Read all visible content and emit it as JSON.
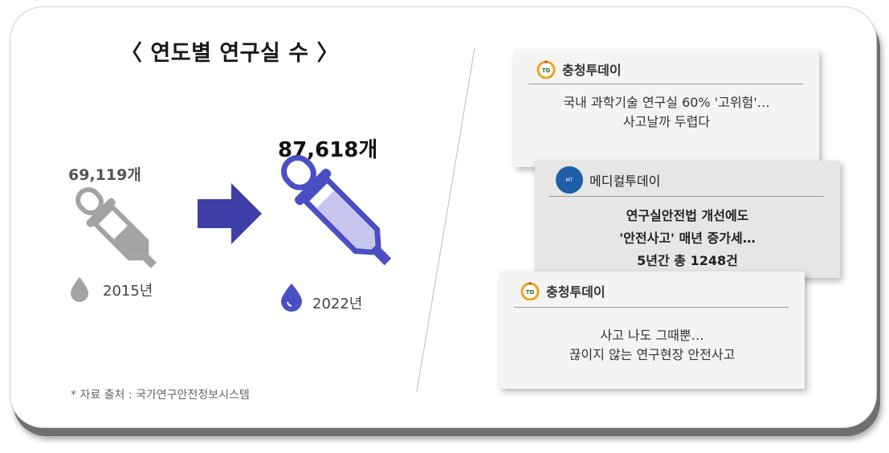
{
  "stats": {
    "title": "〈 연도별 연구실 수 〉",
    "value_2015": "69,119개",
    "value_2022": "87,618개",
    "year_2015": "2015년",
    "year_2022": "2022년",
    "source": "* 자료 출처 : 국가연구안전정보시스템"
  },
  "news": [
    {
      "source": "충청투데이",
      "lines": [
        "국내 과학기술 연구실 60% '고위험'…",
        "사고날까 두렵다"
      ]
    },
    {
      "source": "메디컬투데이",
      "lines": [
        "연구실안전법 개선에도",
        "'안전사고' 매년 증가세…",
        "5년간 총 1248건"
      ]
    },
    {
      "source": "충청투데이",
      "lines": [
        "사고 나도 그때뿐…",
        "끊이지 않는 연구현장 안전사고"
      ]
    }
  ],
  "colors": {
    "accent_blue": "#3d3fa6",
    "dropper_gray": "#a3a3a3",
    "dropper_purple": "#4a4fc4",
    "liquid_purple": "#c6c5ef"
  }
}
